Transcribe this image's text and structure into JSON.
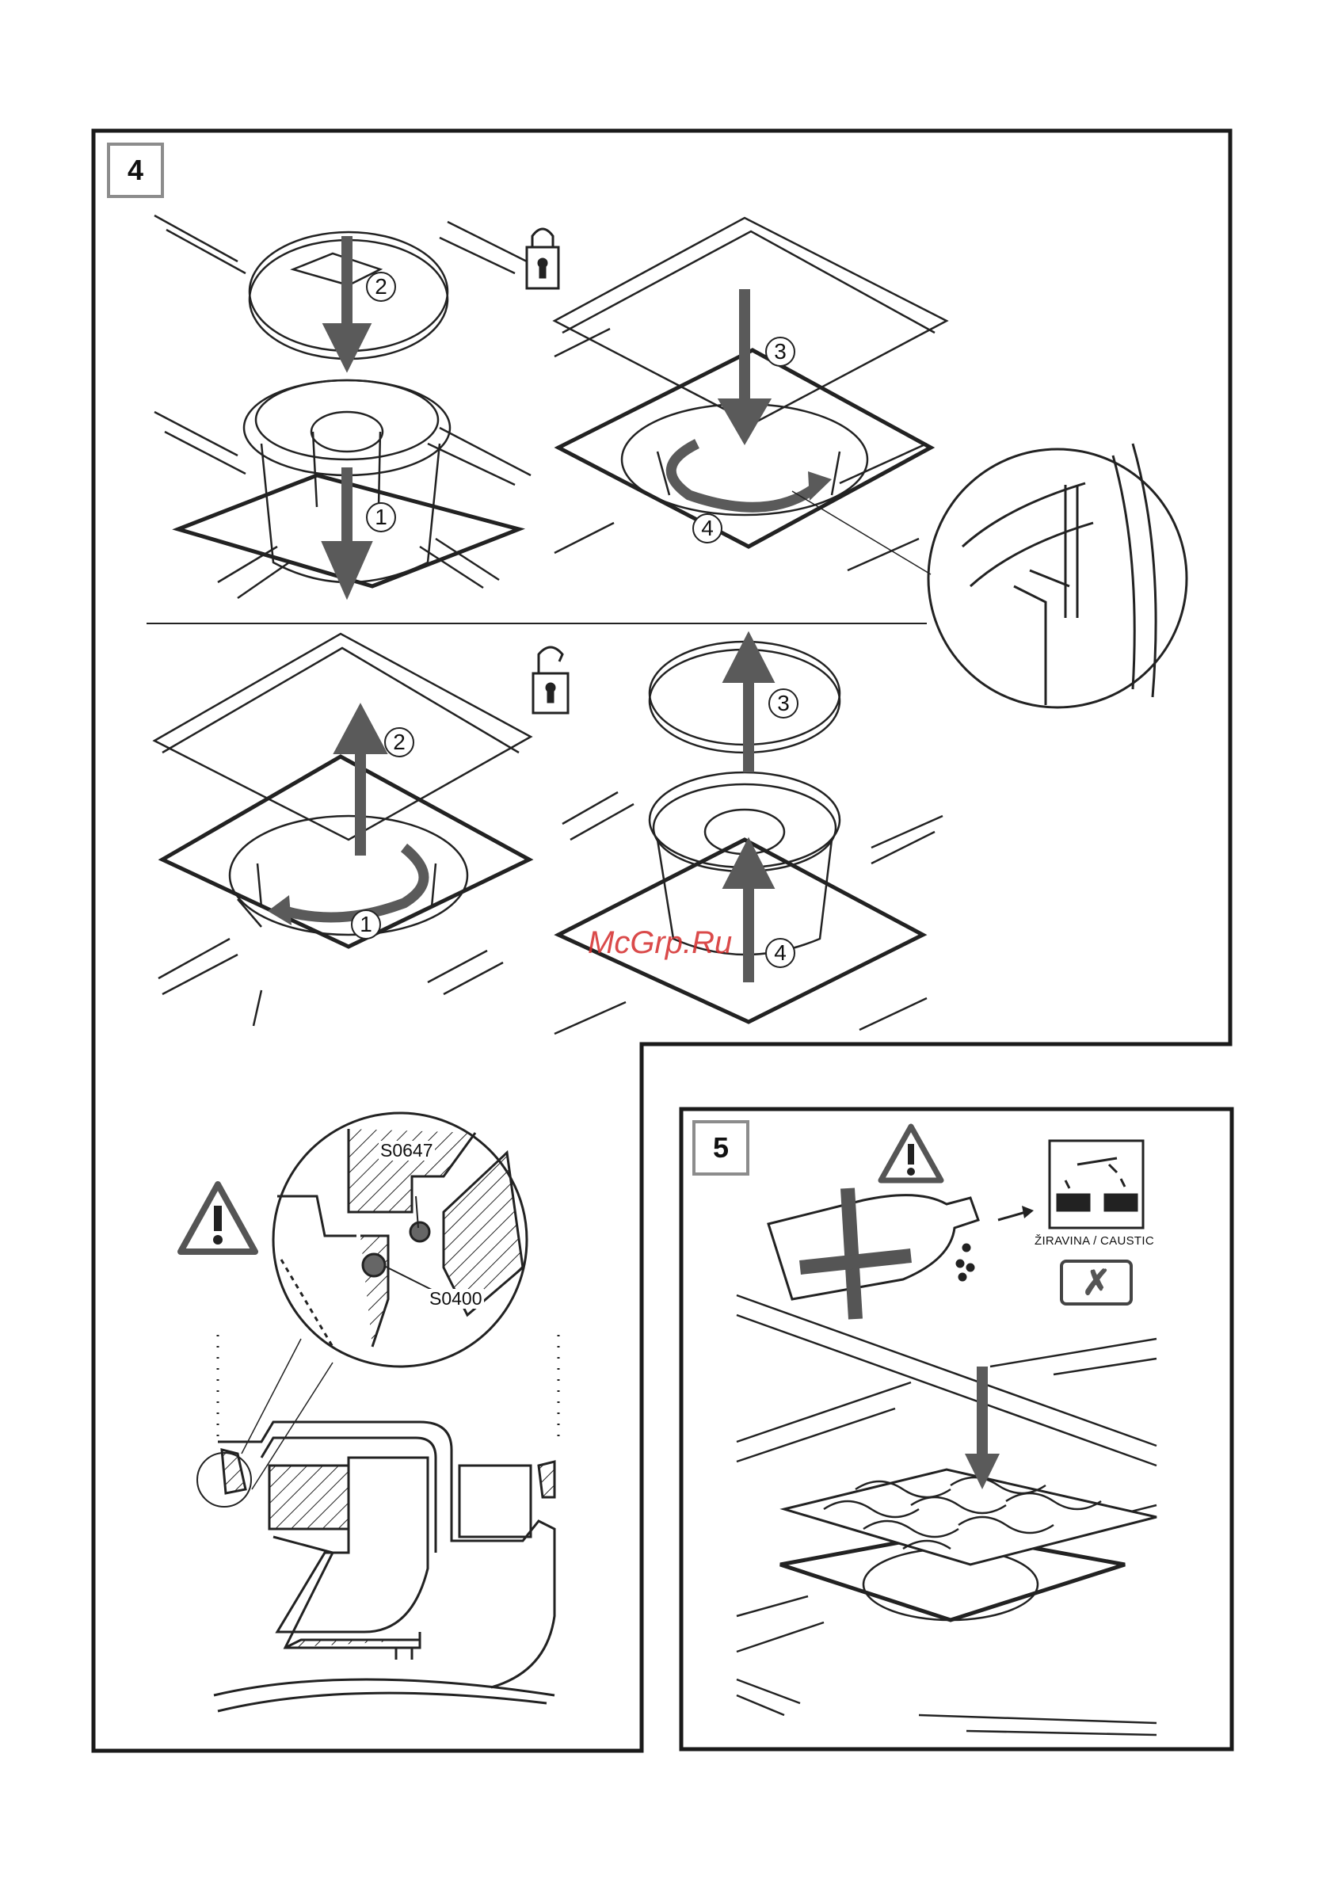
{
  "figure4": {
    "badge": "4",
    "install_steps": [
      "1",
      "2",
      "3",
      "4"
    ],
    "removal_steps": [
      "1",
      "2",
      "3",
      "4"
    ],
    "detail_labels": {
      "seal_upper": "S0647",
      "seal_lower": "S0400"
    },
    "icons": {
      "locked": "padlock-closed-icon",
      "unlocked": "padlock-open-icon",
      "warning": "warning-triangle-icon"
    }
  },
  "figure5": {
    "badge": "5",
    "caustic_label": "ŽIRAVINA / CAUSTIC",
    "icons": {
      "warning": "warning-triangle-icon",
      "prohibited": "cross-mark-icon",
      "corrosive": "corrosive-hazard-icon"
    }
  },
  "watermark": "McGrp.Ru",
  "colors": {
    "frame": "#1a1a1a",
    "arrow": "#5a5a5a",
    "badge_border": "#8c8c8c",
    "watermark": "#d42b2b"
  }
}
